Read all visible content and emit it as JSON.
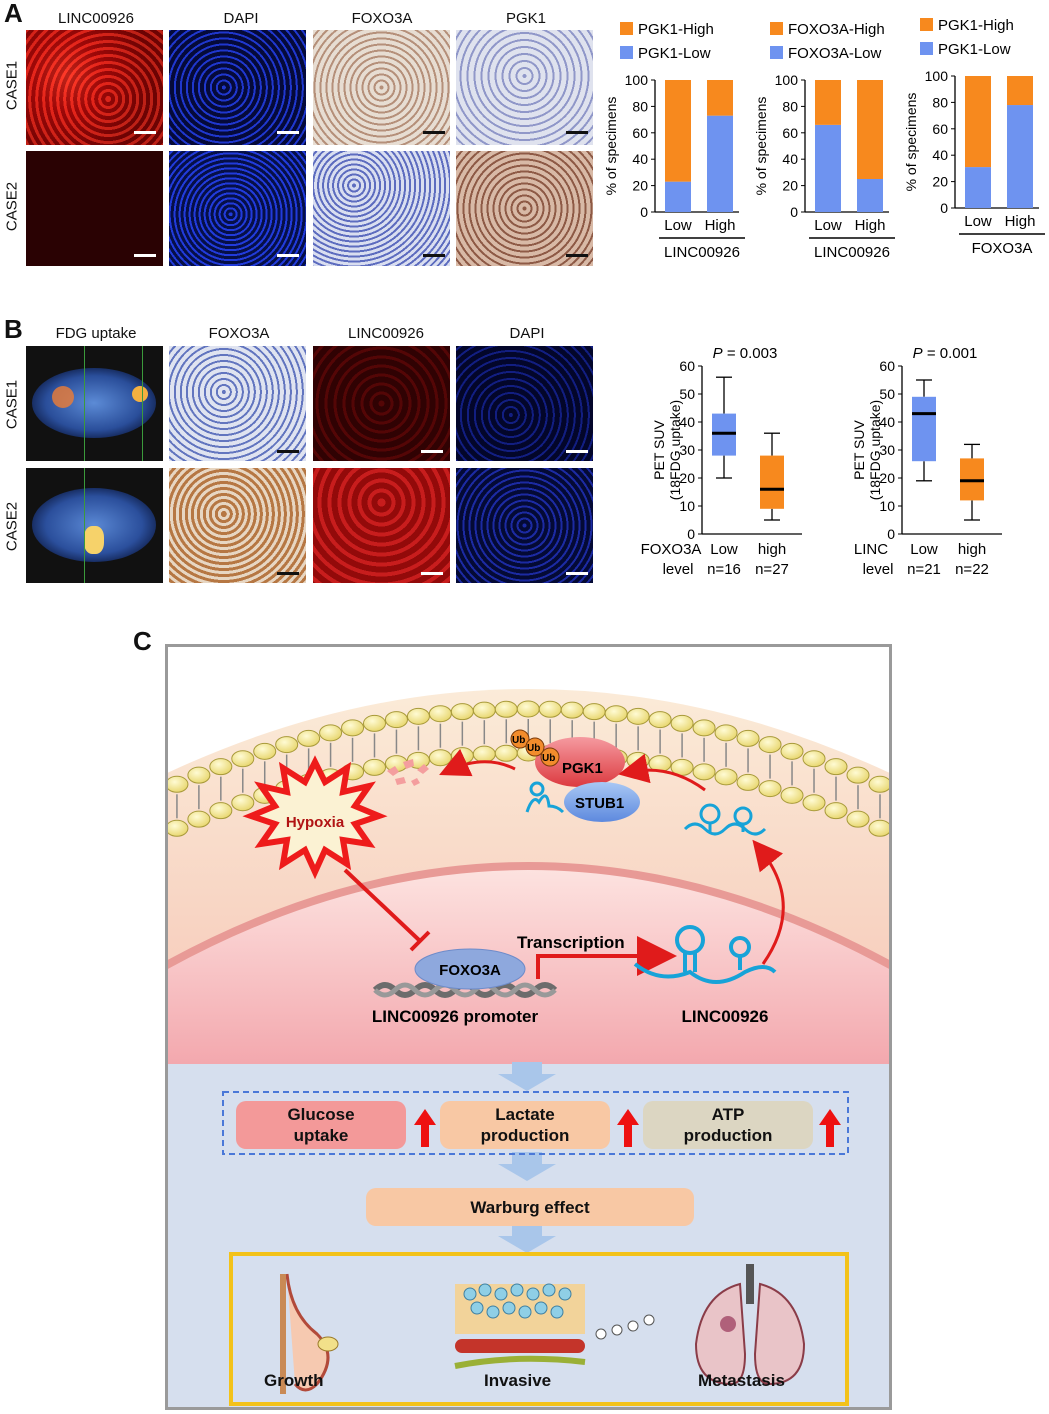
{
  "panelA": {
    "letter": "A",
    "columns": [
      "LINC00926",
      "DAPI",
      "FOXO3A",
      "PGK1"
    ],
    "rows": [
      "CASE1",
      "CASE2"
    ]
  },
  "panelB": {
    "letter": "B",
    "columns": [
      "FDG uptake",
      "FOXO3A",
      "LINC00926",
      "DAPI"
    ],
    "rows": [
      "CASE1",
      "CASE2"
    ]
  },
  "panelC": {
    "letter": "C",
    "labels": {
      "hypoxia": "Hypoxia",
      "foxo3a": "FOXO3A",
      "promoter": "LINC00926 promoter",
      "transcription": "Transcription",
      "linc": "LINC00926",
      "pgk1": "PGK1",
      "stub1": "STUB1",
      "ub": "Ub"
    },
    "outcomes": [
      {
        "line1": "Glucose",
        "line2": "uptake"
      },
      {
        "line1": "Lactate",
        "line2": "production"
      },
      {
        "line1": "ATP",
        "line2": "production"
      }
    ],
    "warburg": "Warburg effect",
    "phenotypes": [
      "Growth",
      "Invasive",
      "Metastasis"
    ]
  },
  "colors": {
    "high": "#f7891e",
    "low": "#6e93f0",
    "red_arrow": "#e01b1b",
    "frameC": "#f3c219"
  },
  "chart_data": [
    {
      "type": "bar",
      "stacked": true,
      "categories": [
        "Low",
        "High"
      ],
      "group_label": "LINC00926",
      "ylabel": "% of specimens",
      "ylim": [
        0,
        100
      ],
      "series": [
        {
          "name": "PGK1-High",
          "values": [
            77,
            27
          ]
        },
        {
          "name": "PGK1-Low",
          "values": [
            23,
            73
          ]
        }
      ]
    },
    {
      "type": "bar",
      "stacked": true,
      "categories": [
        "Low",
        "High"
      ],
      "group_label": "LINC00926",
      "ylabel": "% of specimens",
      "ylim": [
        0,
        100
      ],
      "series": [
        {
          "name": "FOXO3A-High",
          "values": [
            34,
            75
          ]
        },
        {
          "name": "FOXO3A-Low",
          "values": [
            66,
            25
          ]
        }
      ]
    },
    {
      "type": "bar",
      "stacked": true,
      "categories": [
        "Low",
        "High"
      ],
      "group_label": "FOXO3A",
      "ylabel": "% of specimens",
      "ylim": [
        0,
        100
      ],
      "series": [
        {
          "name": "PGK1-High",
          "values": [
            69,
            22
          ]
        },
        {
          "name": "PGK1-Low",
          "values": [
            31,
            78
          ]
        }
      ]
    },
    {
      "type": "box",
      "pvalue": "= 0.003",
      "p_symbol": "P",
      "ylabel_line1": "PET SUV",
      "ylabel_line2": "(18FDG uptake)",
      "ylim": [
        0,
        60
      ],
      "yticks": [
        0,
        10,
        20,
        30,
        40,
        50,
        60
      ],
      "group_label": [
        "FOXO3A",
        "level"
      ],
      "groups": [
        {
          "name": "Low",
          "n": "n=16",
          "color": "#6e93f0",
          "min": 20,
          "q1": 28,
          "median": 36,
          "q3": 43,
          "max": 56
        },
        {
          "name": "high",
          "n": "n=27",
          "color": "#f7891e",
          "min": 5,
          "q1": 9,
          "median": 16,
          "q3": 28,
          "max": 36
        }
      ]
    },
    {
      "type": "box",
      "pvalue": "= 0.001",
      "p_symbol": "P",
      "ylabel_line1": "PET SUV",
      "ylabel_line2": "(18FDG uptake)",
      "ylim": [
        0,
        60
      ],
      "yticks": [
        0,
        10,
        20,
        30,
        40,
        50,
        60
      ],
      "group_label": [
        "LINC",
        "level"
      ],
      "groups": [
        {
          "name": "Low",
          "n": "n=21",
          "color": "#6e93f0",
          "min": 19,
          "q1": 26,
          "median": 43,
          "q3": 49,
          "max": 55
        },
        {
          "name": "high",
          "n": "n=22",
          "color": "#f7891e",
          "min": 5,
          "q1": 12,
          "median": 19,
          "q3": 27,
          "max": 32
        }
      ]
    }
  ]
}
